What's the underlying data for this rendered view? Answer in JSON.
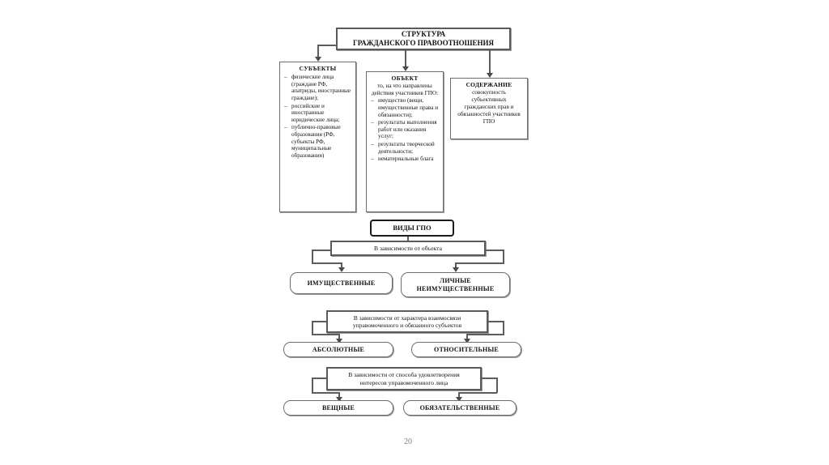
{
  "page": {
    "number": "20"
  },
  "title_box": {
    "line1": "СТРУКТУРА",
    "line2": "ГРАЖДАНСКОГО ПРАВООТНОШЕНИЯ"
  },
  "columns": {
    "subjects": {
      "header": "СУБЪЕКТЫ",
      "items": [
        "физические лица (граждане РФ, апатриды, иностранные граждане);",
        "российские и иностранные юридические лица;",
        "публично-правовые образования (РФ, субъекты РФ, муниципальные образования)"
      ]
    },
    "object": {
      "header": "ОБЪЕКТ",
      "intro": "то, на что направлены действия участников ГПО:",
      "items": [
        "имущество (вещи, имущественные права и обязанности);",
        "результаты выполнения работ или оказания услуг;",
        "результаты творческой деятельности;",
        "нематериальные блага"
      ]
    },
    "content": {
      "header": "СОДЕРЖАНИЕ",
      "text": "совокупность субъективных гражданских прав и обязанностей участников ГПО"
    }
  },
  "types": {
    "header": "ВИДЫ ГПО",
    "groups": [
      {
        "criterion": "В зависимости от объекта",
        "left": "ИМУЩЕСТВЕННЫЕ",
        "right_line1": "ЛИЧНЫЕ",
        "right_line2": "НЕИМУЩЕСТВЕННЫЕ"
      },
      {
        "criterion_line1": "В зависимости от характера взаимосвязи",
        "criterion_line2": "управомоченного и обязанного субъектов",
        "left": "АБСОЛЮТНЫЕ",
        "right": "ОТНОСИТЕЛЬНЫЕ"
      },
      {
        "criterion_line1": "В зависимости от способа удовлетворения",
        "criterion_line2": "интересов управомоченного лица",
        "left": "ВЕЩНЫЕ",
        "right": "ОБЯЗАТЕЛЬСТВЕННЫЕ"
      }
    ]
  }
}
